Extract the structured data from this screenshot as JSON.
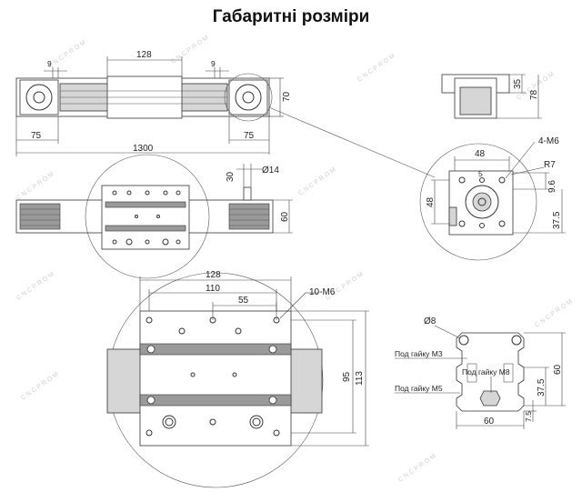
{
  "title": "Габаритні розміри",
  "watermark": "CNCPROM",
  "top_view": {
    "dims": {
      "width_128": "128",
      "gap_left_9": "9",
      "gap_right_9": "9",
      "h_70": "70",
      "left_75": "75",
      "right_75": "75",
      "total_1300": "1300"
    }
  },
  "end_view": {
    "dims": {
      "h_35": "35",
      "h_78": "78"
    }
  },
  "side_view": {
    "dims": {
      "h_30": "30",
      "dia_14": "Ø14",
      "h_60": "60"
    }
  },
  "end_detail": {
    "dims": {
      "w_48": "48",
      "holes": "4-M6",
      "radius": "R7",
      "h_48": "48",
      "h_9_6": "9.6",
      "h_37_5": "37.5",
      "s_5": "5"
    }
  },
  "carriage_detail": {
    "dims": {
      "w_128": "128",
      "w_110": "110",
      "w_55": "55",
      "holes": "10-M6",
      "h_95": "95",
      "h_113": "113"
    }
  },
  "profile": {
    "dims": {
      "dia_8": "Ø8",
      "nut_m3": "Под гайку М3",
      "nut_m8": "Под гайку М8",
      "nut_m5": "Под гайку М5",
      "h_37_5": "37.5",
      "h_60": "60",
      "w_60": "60",
      "h_7_5": "7.5"
    }
  }
}
